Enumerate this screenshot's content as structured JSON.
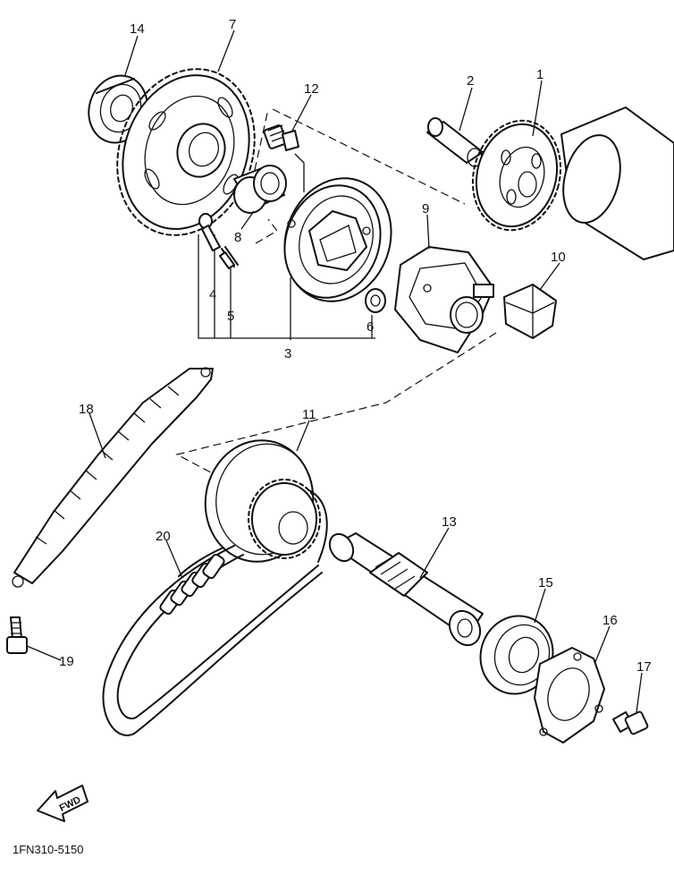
{
  "diagram": {
    "callouts": [
      "1",
      "2",
      "3",
      "4",
      "5",
      "6",
      "7",
      "8",
      "9",
      "10",
      "11",
      "12",
      "13",
      "14",
      "15",
      "16",
      "17",
      "18",
      "19",
      "20"
    ],
    "fwd_label": "FWD",
    "diagram_code": "1FN310-5150"
  }
}
